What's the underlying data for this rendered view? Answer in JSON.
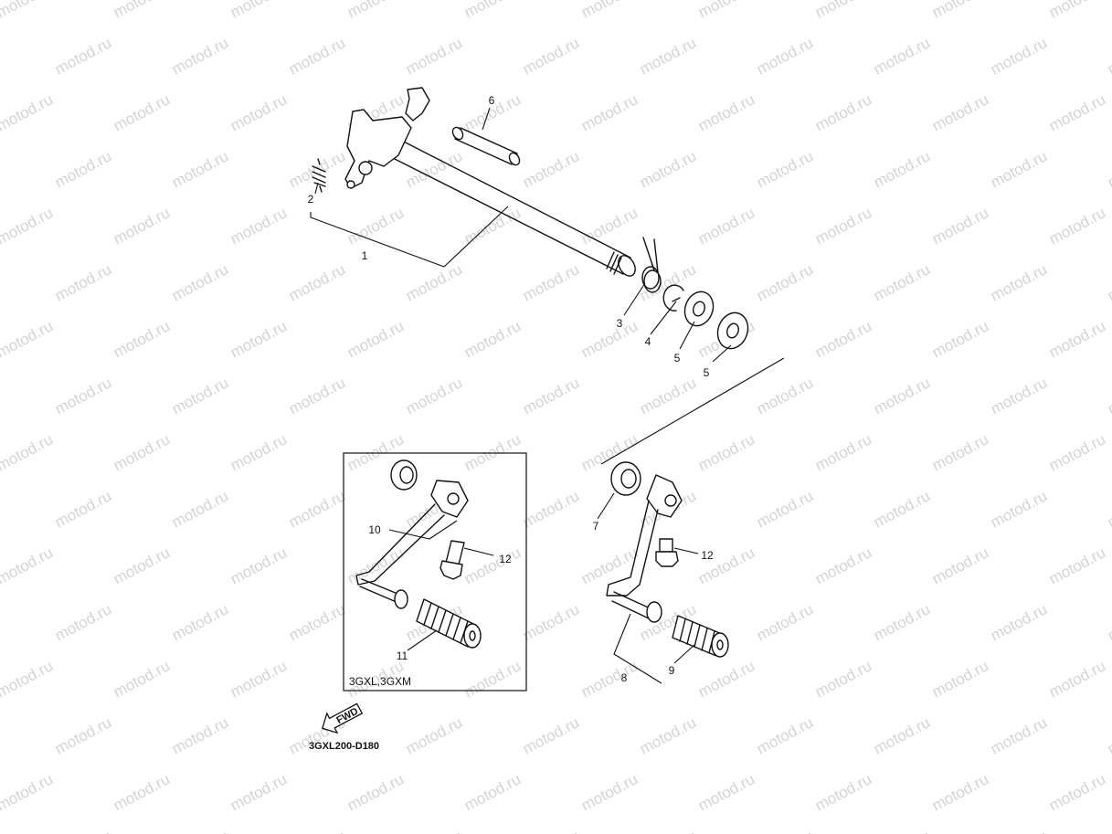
{
  "watermark": "motod.ru",
  "colors": {
    "line": "#111111",
    "watermark": "#d4d4d4",
    "background": "#ffffff"
  },
  "callouts": {
    "c1": "1",
    "c2": "2",
    "c3": "3",
    "c4": "4",
    "c5a": "5",
    "c5b": "5",
    "c6": "6",
    "c7": "7",
    "c8": "8",
    "c9": "9",
    "c10": "10",
    "c11": "11",
    "c12a": "12",
    "c12b": "12"
  },
  "inset": {
    "label": "3GXL,3GXM"
  },
  "fwd_label": "FWD",
  "diagram_code": "3GXL200-D180",
  "icons": {
    "direction": "fwd-arrow-icon"
  }
}
